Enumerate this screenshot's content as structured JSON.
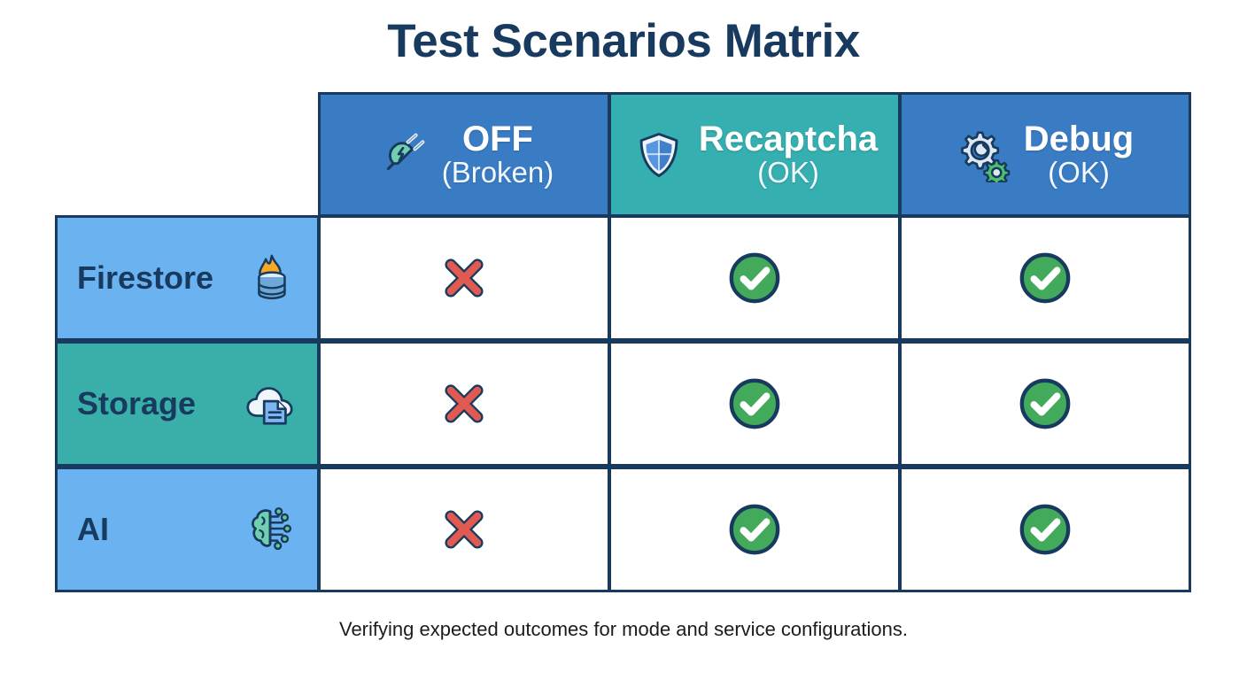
{
  "title": "Test Scenarios Matrix",
  "caption": "Verifying expected outcomes for mode and service configurations.",
  "colors": {
    "ink": "#173A5E",
    "blue_header": "#3A7CC4",
    "teal_header": "#35AFB0",
    "light_blue_row": "#6BB2F0",
    "teal_row": "#3AAFA9",
    "ok_green": "#43A95B",
    "fail_red": "#E05A51",
    "cell_background": "#FFFFFF"
  },
  "matrix": {
    "corner_label": "",
    "columns": [
      {
        "id": "off",
        "label": "OFF",
        "sublabel": "(Broken)",
        "icon": "power-plug-broken-icon",
        "background": "#3A7CC4"
      },
      {
        "id": "recaptcha",
        "label": "Recaptcha",
        "sublabel": "(OK)",
        "icon": "shield-icon",
        "background": "#35AFB0"
      },
      {
        "id": "debug",
        "label": "Debug",
        "sublabel": "(OK)",
        "icon": "gear-wrench-icon",
        "background": "#3A7CC4"
      }
    ],
    "rows": [
      {
        "id": "firestore",
        "label": "Firestore",
        "icon": "firestore-flame-database-icon",
        "background": "#6BB2F0",
        "cells": [
          {
            "status": "fail",
            "icon": "cross-icon"
          },
          {
            "status": "ok",
            "icon": "check-circle-icon"
          },
          {
            "status": "ok",
            "icon": "check-circle-icon"
          }
        ]
      },
      {
        "id": "storage",
        "label": "Storage",
        "icon": "cloud-document-icon",
        "background": "#3AAFA9",
        "cells": [
          {
            "status": "fail",
            "icon": "cross-icon"
          },
          {
            "status": "ok",
            "icon": "check-circle-icon"
          },
          {
            "status": "ok",
            "icon": "check-circle-icon"
          }
        ]
      },
      {
        "id": "ai",
        "label": "AI",
        "icon": "brain-circuit-icon",
        "background": "#6BB2F0",
        "cells": [
          {
            "status": "fail",
            "icon": "cross-icon"
          },
          {
            "status": "ok",
            "icon": "check-circle-icon"
          },
          {
            "status": "ok",
            "icon": "check-circle-icon"
          }
        ]
      }
    ]
  }
}
